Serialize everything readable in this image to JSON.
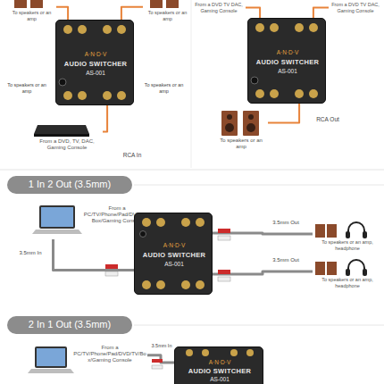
{
  "diagram": {
    "nodes": [
      {
        "text": [
          "To speakers or an amp"
        ]
      },
      {
        "text": [
          "To speakers or an amp"
        ]
      },
      {
        "text": [
          "A·N·D·V",
          "AUDIO SWITCHER",
          "AS-001"
        ]
      },
      {
        "text": [
          "From a DVD, TV, DAC, Gaming Console"
        ]
      },
      {
        "text": [
          "From a DVD TV DAC, Gaming Console"
        ]
      },
      {
        "text": [
          "From a DVD TV DAC, Gaming Console"
        ]
      },
      {
        "text": [
          "A·N·D·V",
          "AUDIO SWITCHER",
          "AS-001"
        ]
      },
      {
        "text": [
          "To speakers or an amp"
        ]
      },
      {
        "text": [
          "1 In 2 Out (3.5mm)"
        ]
      },
      {
        "text": [
          "From a PC/TV/Phone/Pad/DVD/TV/Box/Gaming Console"
        ]
      },
      {
        "text": [
          "A·N·D·V",
          "AUDIO SWITCHER",
          "AS-001"
        ]
      },
      {
        "text": [
          "To speakers or an amp, headphone"
        ]
      },
      {
        "text": [
          "To speakers or an amp, headphone"
        ]
      },
      {
        "text": [
          "2 In 1 Out (3.5mm)"
        ]
      },
      {
        "text": [
          "From a PC/TV/Phone/Pad/DVD/TV/Box/Gaming Console"
        ]
      },
      {
        "text": [
          "A·N·D·V",
          "AUDIO SWITCHER",
          "AS-001"
        ]
      }
    ],
    "edges": [
      {
        "from": 2,
        "to": 0,
        "arrow": "none"
      },
      {
        "from": 2,
        "to": 1,
        "arrow": "none"
      },
      {
        "from": 3,
        "to": 2,
        "arrow": "none"
      },
      {
        "from": 4,
        "to": 6,
        "arrow": "none"
      },
      {
        "from": 5,
        "to": 6,
        "arrow": "none"
      },
      {
        "from": 6,
        "to": 7,
        "arrow": "none"
      },
      {
        "from": 9,
        "to": 10,
        "arrow": "none"
      },
      {
        "from": 10,
        "to": 11,
        "arrow": "none"
      },
      {
        "from": 10,
        "to": 12,
        "arrow": "none"
      },
      {
        "from": 14,
        "to": 15,
        "arrow": "none"
      }
    ],
    "labels": [
      "To speakers or an amp",
      "To speakers or an amp",
      "RCA In",
      "RCA Out",
      "3.5mm In",
      "3.5mm Out",
      "3.5mm Out",
      "3.5mm In"
    ]
  }
}
